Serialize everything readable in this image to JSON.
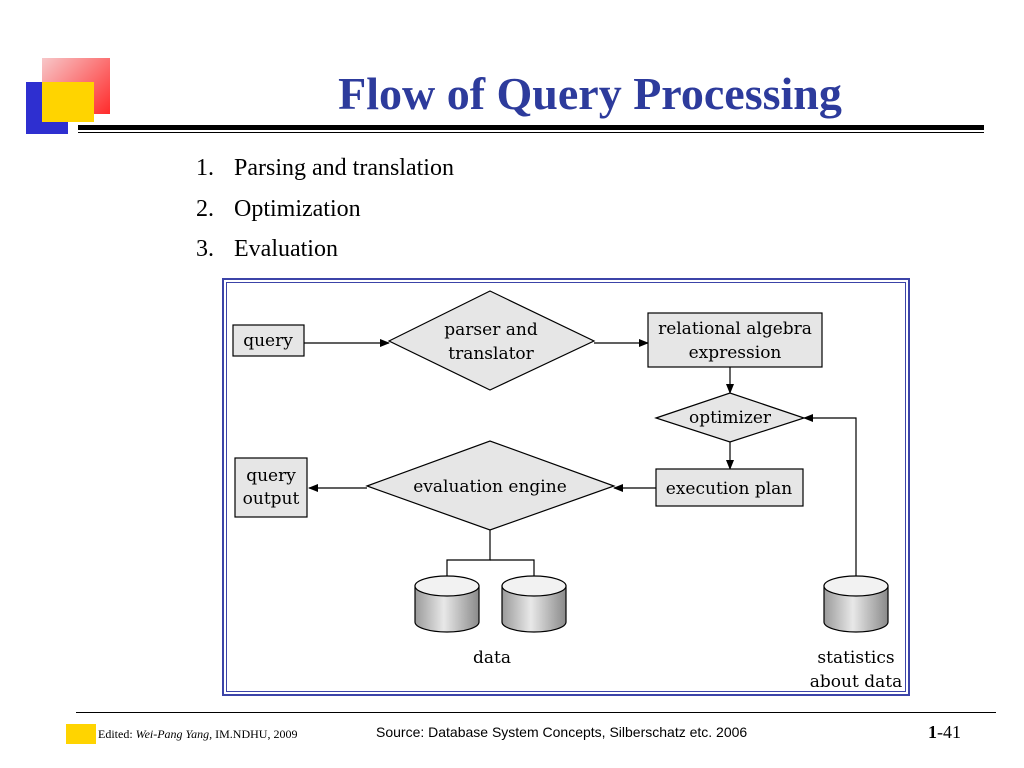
{
  "slide": {
    "title": "Flow of Query Processing",
    "steps": [
      {
        "number": "1.",
        "label": "Parsing and translation"
      },
      {
        "number": "2.",
        "label": "Optimization"
      },
      {
        "number": "3.",
        "label": "Evaluation"
      }
    ]
  },
  "diagram": {
    "query": "query",
    "parser_line1": "parser and",
    "parser_line2": "translator",
    "relalg_line1": "relational algebra",
    "relalg_line2": "expression",
    "optimizer": "optimizer",
    "execution_plan": "execution plan",
    "evaluation_engine": "evaluation engine",
    "output_line1": "query",
    "output_line2": "output",
    "data": "data",
    "stats_line1": "statistics",
    "stats_line2": "about data"
  },
  "footer": {
    "edited_prefix": "Edited: ",
    "edited_author": "Wei-Pang Yang,",
    "edited_org": " IM.NDHU, 2009",
    "source": "Source: Database System Concepts, Silberschatz etc. 2006",
    "chapter": "1",
    "page": "-41"
  },
  "colors": {
    "title": "#2d3b9c",
    "frame": "#3c44a8",
    "box_fill": "#e6e6e6",
    "deco_yellow": "#ffd400",
    "deco_blue": "#2e2fd0",
    "deco_red": "#ff2a2a"
  }
}
